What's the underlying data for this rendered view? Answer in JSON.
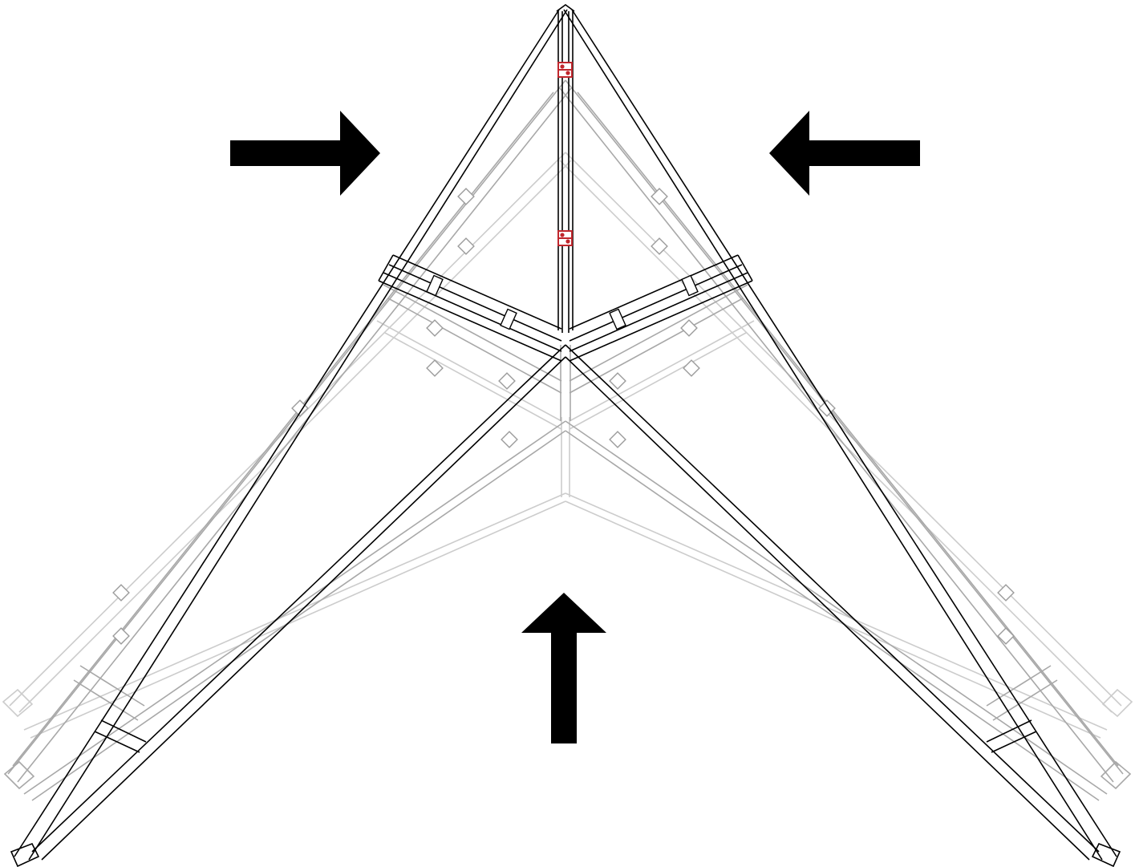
{
  "diagram": {
    "colors": {
      "background": "#ffffff",
      "ink": "#000000",
      "ghost_dark": "#9a9a9a",
      "ghost_light": "#c9c9c9",
      "connector_red": "#c0272d"
    },
    "arrows": [
      {
        "name": "arrow-right",
        "direction": "right"
      },
      {
        "name": "arrow-left",
        "direction": "left"
      },
      {
        "name": "arrow-up",
        "direction": "up"
      }
    ],
    "layers": [
      {
        "name": "frame-final",
        "style": "ink"
      },
      {
        "name": "frame-ghost-1",
        "style": "ghost_dark"
      },
      {
        "name": "frame-ghost-2",
        "style": "ghost_light"
      }
    ],
    "connector_icon": "bracket-plate-icon"
  }
}
